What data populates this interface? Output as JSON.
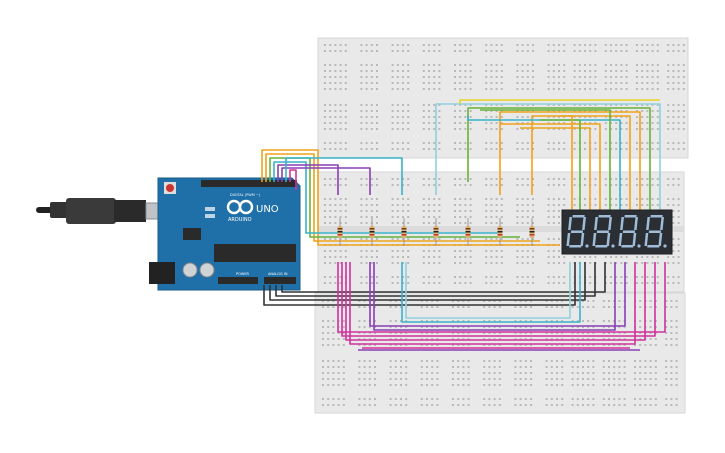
{
  "board": {
    "logo_text": "ARDUINO",
    "model": "UNO",
    "digital_label": "DIGITAL (PWM ~)",
    "power_label": "POWER",
    "analog_label": "ANALOG IN"
  },
  "display": {
    "digits": [
      "8.",
      "8.",
      "8.",
      "8."
    ]
  },
  "colors": {
    "board": "#1f6fa8",
    "breadboard": "#e9e9e9",
    "display_body": "#2b2f33",
    "segment": "#9fbcd8",
    "wire_orange": "#f0a21a",
    "wire_green": "#67b338",
    "wire_teal": "#37b3c8",
    "wire_purple": "#8a3fb5",
    "wire_magenta": "#d0329b",
    "wire_black": "#333333",
    "wire_lightblue": "#8fd0df",
    "wire_yellow": "#e8d229"
  },
  "icons": {
    "usb": "usb-cable-icon",
    "reset": "reset-button-icon"
  }
}
